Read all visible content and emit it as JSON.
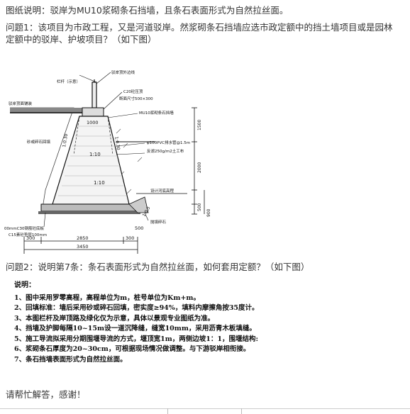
{
  "intro": "图纸说明：驳岸为MU10浆砌条石挡墙，且条石表面形式为自然拉丝面。",
  "question1": "问题1：该项目为市政工程，又是河道驳岸。然浆砌条石挡墙应选市政定额中的挡土墙项目或是园林定额中的驳岸、护坡项目？（如下图）",
  "question2": "问题2：说明第7条：条石表面形式为自然拉丝面，如何套用定额？（如下图）",
  "footer": "请帮忙解答，感谢！",
  "drawing": {
    "labels": {
      "railing": "栏杆（示意）",
      "wall_cap_top": "驳岸顶外边线",
      "c20_cap": "C20砼压顶",
      "cap_section": "断面尺寸500×300",
      "mu10": "MU10浆砌条石挡墙",
      "paving": "驳岸顶面铺装",
      "fill": "砂或碎石回填",
      "pvc_pipe": "φ100PVC排水管@1.5m",
      "geotextile": "反滤250g/m2土工布",
      "water_level": "设计河底高程",
      "foundation": "抛填碎石",
      "foot_pad": "00mmC30钢筋砼底板",
      "c15": "C15素砼垫层100mm"
    },
    "dims": {
      "d1000": "1000",
      "slope_left": "1:0.30",
      "slope_mid1": "1:10",
      "slope_mid2": "1:10",
      "slope_right": "1:0.30",
      "slope_toe": "1:0.5",
      "h1500": "1500",
      "h2000": "2000",
      "h500": "500",
      "h900": "900",
      "w300a": "300",
      "w2850": "2850",
      "w300b": "300",
      "w3450": "3450",
      "w500": "500"
    }
  },
  "notes": {
    "title": "说明：",
    "items": [
      "1、图中采用罗零高程，高程单位为m，桩号单位为Km+m。",
      "2、回填标准：墙后采用砂或碎石回填，密实度≥94%，填料内摩擦角按35度计。",
      "3、本图栏杆及岸顶路及绿化仅为示意，具体以景观专业图纸为准。",
      "4、挡墙及护脚每隔10~15m设一道沉降缝，缝宽10mm，采用沥青木板填缝。",
      "5、施工导流拟采用分期围堰导流的方式，堰顶宽1m，两侧边坡1：1，围堰结构:",
      "6、浆砌条石厚度为20~30cm，可根据现场情况做调整。与下游驳岸相衔接。",
      "7、条石挡墙表面形式为自然拉丝面。"
    ]
  }
}
